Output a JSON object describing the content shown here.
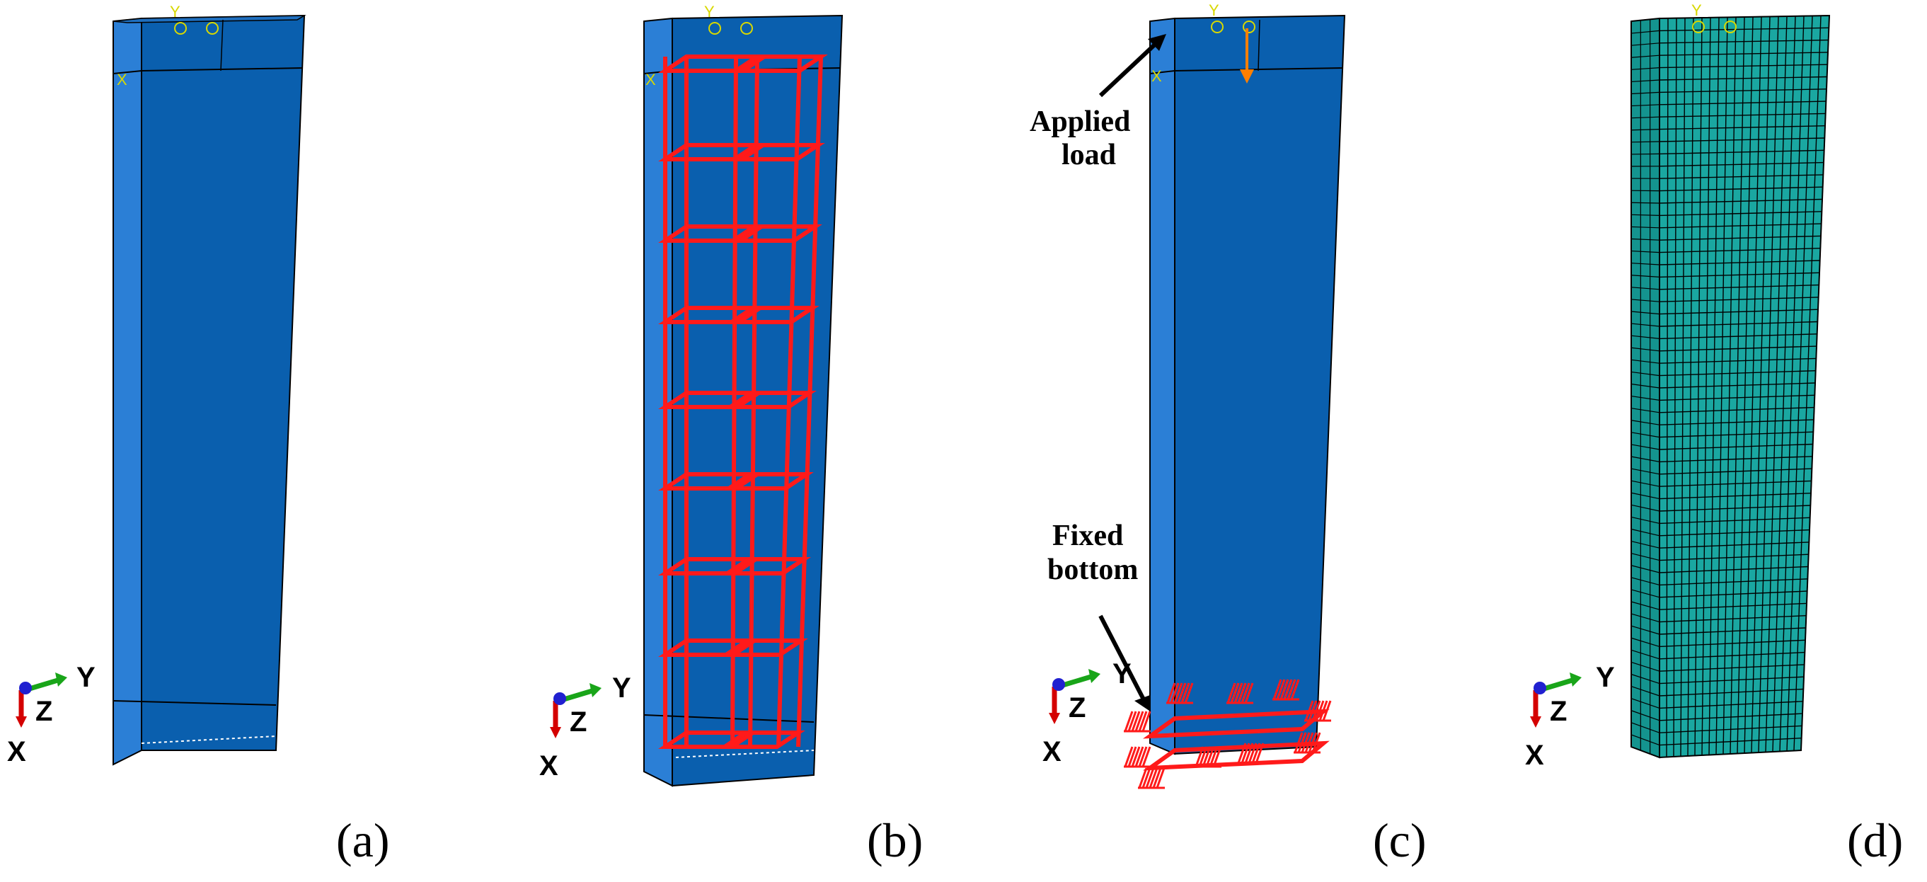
{
  "panels": [
    {
      "id": "a",
      "label": "(a)"
    },
    {
      "id": "b",
      "label": "(b)"
    },
    {
      "id": "c",
      "label": "(c)"
    },
    {
      "id": "d",
      "label": "(d)"
    }
  ],
  "triad": {
    "x": "X",
    "y": "Y",
    "z": "Z"
  },
  "annotations": {
    "applied_load": [
      "Applied",
      "load"
    ],
    "fixed_bottom": [
      "Fixed",
      "bottom"
    ]
  },
  "colors": {
    "concrete_front": "#0a5fae",
    "concrete_side": "#2b7fd6",
    "concrete_top": "#1f6fbf",
    "rebar": "#ff1a1a",
    "mesh_fill": "#1aa7a1",
    "mesh_line": "#000000",
    "load_arrow": "#ff7f00",
    "axis_x": "#d40000",
    "axis_y": "#19a519",
    "axis_z": "#2020d0"
  },
  "icons": [
    "axis-triad-icon",
    "load-arrow-icon",
    "annotation-arrow-icon",
    "boundary-condition-icon"
  ]
}
